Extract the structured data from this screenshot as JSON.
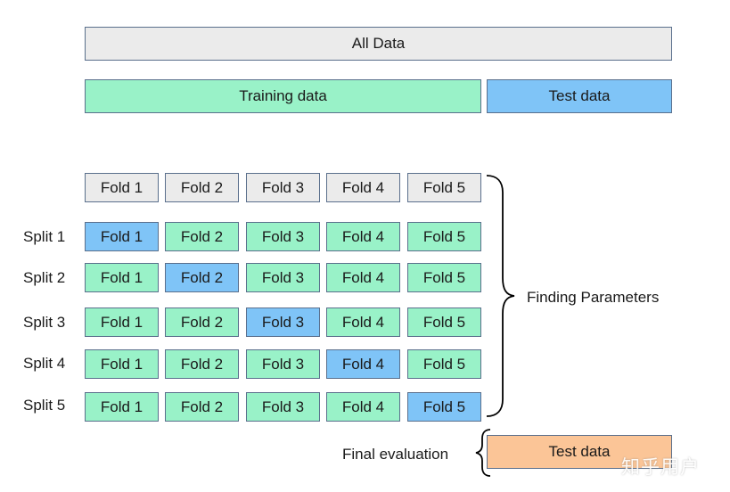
{
  "top": {
    "all_data": "All Data",
    "training_data": "Training data",
    "test_data": "Test data"
  },
  "folds_header": [
    "Fold 1",
    "Fold 2",
    "Fold 3",
    "Fold 4",
    "Fold 5"
  ],
  "splits": [
    {
      "label": "Split 1",
      "folds": [
        "Fold 1",
        "Fold 2",
        "Fold 3",
        "Fold 4",
        "Fold 5"
      ],
      "test_fold_index": 0
    },
    {
      "label": "Split 2",
      "folds": [
        "Fold 1",
        "Fold 2",
        "Fold 3",
        "Fold 4",
        "Fold 5"
      ],
      "test_fold_index": 1
    },
    {
      "label": "Split 3",
      "folds": [
        "Fold 1",
        "Fold 2",
        "Fold 3",
        "Fold 4",
        "Fold 5"
      ],
      "test_fold_index": 2
    },
    {
      "label": "Split 4",
      "folds": [
        "Fold 1",
        "Fold 2",
        "Fold 3",
        "Fold 4",
        "Fold 5"
      ],
      "test_fold_index": 3
    },
    {
      "label": "Split 5",
      "folds": [
        "Fold 1",
        "Fold 2",
        "Fold 3",
        "Fold 4",
        "Fold 5"
      ],
      "test_fold_index": 4
    }
  ],
  "annotations": {
    "finding_parameters": "Finding Parameters",
    "final_evaluation": "Final evaluation",
    "final_test_data": "Test data"
  },
  "watermark": "知乎用户",
  "colors": {
    "all_data": "#ebebeb",
    "training": "#99f2c8",
    "test": "#7fc4f7",
    "final_test": "#fbc597",
    "border": "#5a6f8c"
  }
}
